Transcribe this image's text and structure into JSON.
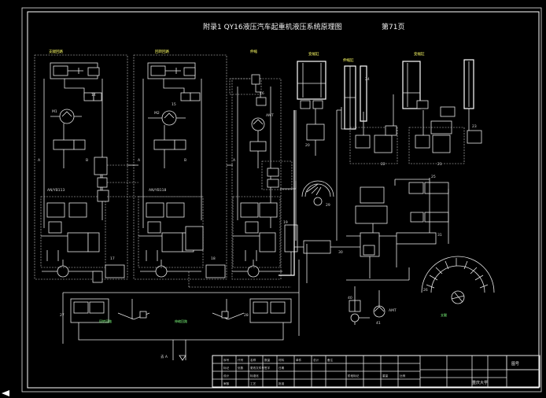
{
  "drawing": {
    "title": "附录1 QY16液压汽车起重机液压系统原理图",
    "page": "第71页"
  },
  "sections": {
    "s1": "支腿回路",
    "s2": "回转回路",
    "s3": "伸缩",
    "s4": "变幅缸",
    "s5": "伸缩缸",
    "bottom_left": "回转回路",
    "bottom_mid": "伸缩回路",
    "bottom_right": "支腿"
  },
  "labels": {
    "m1": "M1",
    "m2": "M2",
    "mamt": "AMT",
    "va": "A",
    "vb": "B",
    "valve1": "AN/YB113",
    "valve2": "AN/YB118",
    "n14": "14",
    "n15": "15",
    "n16": "16",
    "n17": "17",
    "n18": "18",
    "n19": "19",
    "n20": "20",
    "n21": "21",
    "n22": "22",
    "n23": "23",
    "n24": "24",
    "n25": "25",
    "n26": "26",
    "n27": "27",
    "n28": "28",
    "n29": "29",
    "n30": "30",
    "n31": "31",
    "n40": "40",
    "n41": "41",
    "bottom_arrow": "去 A"
  },
  "title_block": {
    "label_num": "图号",
    "school": "重庆大学",
    "row1": [
      "序号",
      "代号",
      "名称",
      "数量",
      "材料",
      "单件",
      "总计",
      "备注"
    ],
    "row2": [
      "标记",
      "处数",
      "更改文件号",
      "签字",
      "日期"
    ],
    "row3": [
      "设计",
      "标准化",
      "阶段标记",
      "重量",
      "比例"
    ],
    "row4": [
      "审核",
      "工艺",
      "批准"
    ]
  }
}
